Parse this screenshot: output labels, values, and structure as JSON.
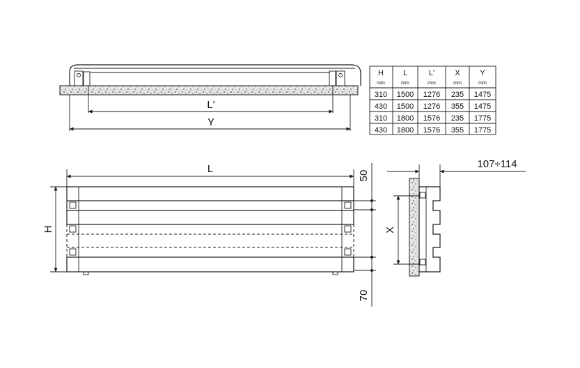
{
  "labels": {
    "top_lprime": "L'",
    "top_y": "Y",
    "front_l": "L",
    "front_h": "H",
    "dim_50": "50",
    "dim_70": "70",
    "side_x": "X",
    "side_depth": "107÷114"
  },
  "table": {
    "headers": [
      {
        "name": "H",
        "unit": "mm"
      },
      {
        "name": "L",
        "unit": "mm"
      },
      {
        "name": "L'",
        "unit": "mm"
      },
      {
        "name": "X",
        "unit": "mm"
      },
      {
        "name": "Y",
        "unit": "mm"
      }
    ],
    "rows": [
      [
        "310",
        "1500",
        "1276",
        "235",
        "1475"
      ],
      [
        "430",
        "1500",
        "1276",
        "355",
        "1475"
      ],
      [
        "310",
        "1800",
        "1576",
        "235",
        "1775"
      ],
      [
        "430",
        "1800",
        "1576",
        "355",
        "1775"
      ]
    ]
  }
}
